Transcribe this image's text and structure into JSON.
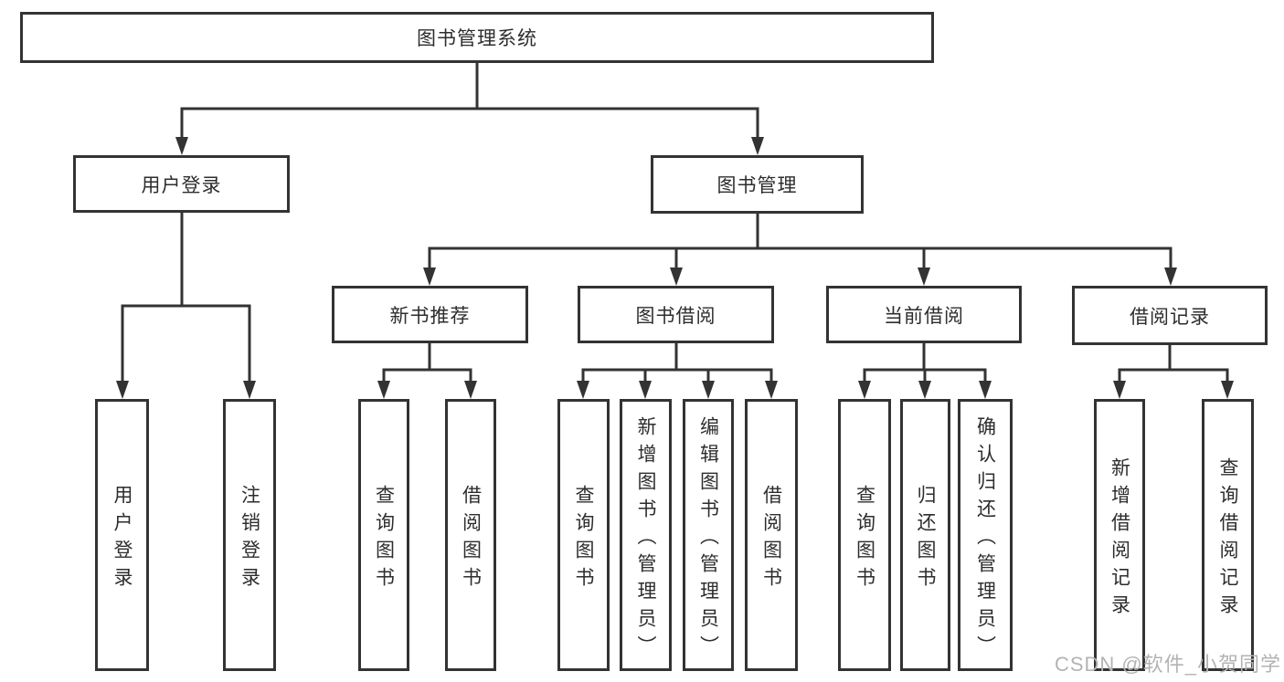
{
  "title": "图书管理系统",
  "level2": [
    {
      "label": "用户登录"
    },
    {
      "label": "图书管理"
    }
  ],
  "level3": [
    {
      "label": "新书推荐"
    },
    {
      "label": "图书借阅"
    },
    {
      "label": "当前借阅"
    },
    {
      "label": "借阅记录"
    }
  ],
  "leaves": [
    {
      "label": "用户登录"
    },
    {
      "label": "注销登录"
    },
    {
      "label": "查询图书"
    },
    {
      "label": "借阅图书"
    },
    {
      "label": "查询图书"
    },
    {
      "label": "新增图书（管理员）"
    },
    {
      "label": "编辑图书（管理员）"
    },
    {
      "label": "借阅图书"
    },
    {
      "label": "查询图书"
    },
    {
      "label": "归还图书"
    },
    {
      "label": "确认归还（管理员）"
    },
    {
      "label": "新增借阅记录"
    },
    {
      "label": "查询借阅记录"
    }
  ],
  "watermark": "CSDN @软件_小贺同学",
  "colors": {
    "line": "#333333",
    "text": "#2d2d2d",
    "node_bg": "#ffffff",
    "watermark": "#b3b3b3"
  }
}
